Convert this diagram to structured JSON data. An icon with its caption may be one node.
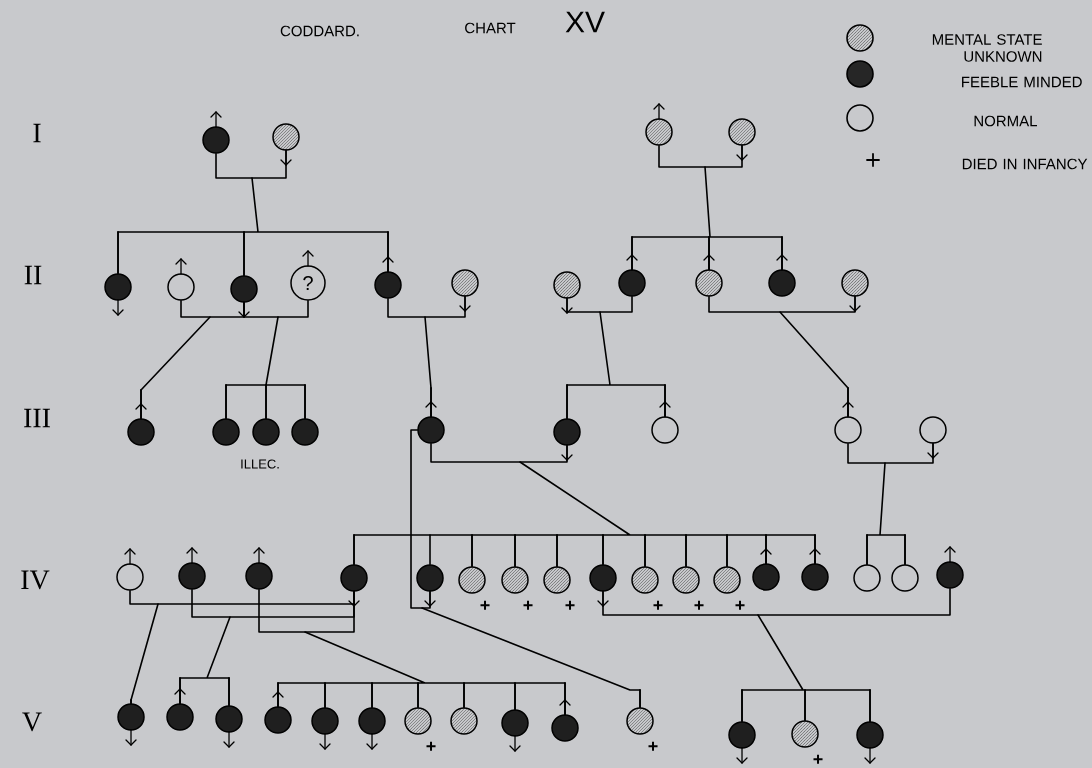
{
  "diagram": {
    "nodes": [
      {
        "text": [],
        "shape": "circle"
      },
      {
        "text": [],
        "shape": "circle"
      },
      {
        "text": [],
        "shape": "circle"
      },
      {
        "text": [],
        "shape": "circle"
      },
      {
        "text": [],
        "shape": "circle"
      },
      {
        "text": [],
        "shape": "circle"
      },
      {
        "text": [],
        "shape": "circle"
      },
      {
        "text": [
          "?"
        ]
      },
      {
        "text": [],
        "shape": "circle"
      },
      {
        "text": [],
        "shape": "circle"
      },
      {
        "text": [],
        "shape": "circle"
      },
      {
        "text": [],
        "shape": "circle"
      },
      {
        "text": [],
        "shape": "circle"
      },
      {
        "text": [],
        "shape": "circle"
      },
      {
        "text": [],
        "shape": "circle"
      },
      {
        "text": [],
        "shape": "circle"
      },
      {
        "text": [],
        "shape": "circle"
      },
      {
        "text": [],
        "shape": "circle"
      },
      {
        "text": [],
        "shape": "circle"
      },
      {
        "text": [],
        "shape": "circle"
      },
      {
        "text": [],
        "shape": "circle"
      },
      {
        "text": [],
        "shape": "circle"
      },
      {
        "text": [],
        "shape": "circle"
      },
      {
        "text": [],
        "shape": "circle"
      },
      {
        "text": [],
        "shape": "circle"
      },
      {
        "text": [],
        "shape": "circle"
      },
      {
        "text": [],
        "shape": "circle"
      },
      {
        "text": [],
        "shape": "circle"
      },
      {
        "text": [],
        "shape": "circle"
      },
      {
        "text": [],
        "shape": "circle",
        "beside": [
          "+"
        ]
      },
      {
        "text": [],
        "shape": "circle",
        "beside": [
          "+"
        ]
      },
      {
        "text": [],
        "shape": "circle",
        "beside": [
          "+"
        ]
      },
      {
        "text": [],
        "shape": "circle"
      },
      {
        "text": [],
        "shape": "circle",
        "beside": [
          "+"
        ]
      },
      {
        "text": [],
        "shape": "circle",
        "beside": [
          "+"
        ]
      },
      {
        "text": [],
        "shape": "circle",
        "beside": [
          "+"
        ]
      },
      {
        "text": [],
        "shape": "circle"
      },
      {
        "text": [],
        "shape": "circle"
      },
      {
        "text": [],
        "shape": "circle"
      },
      {
        "text": [],
        "shape": "circle"
      },
      {
        "text": [],
        "shape": "circle"
      },
      {
        "text": [],
        "shape": "circle"
      },
      {
        "text": [],
        "shape": "circle"
      },
      {
        "text": [],
        "shape": "circle"
      },
      {
        "text": [],
        "shape": "circle"
      },
      {
        "text": [],
        "shape": "circle"
      },
      {
        "text": [],
        "shape": "circle"
      },
      {
        "text": [],
        "shape": "circle",
        "beside": [
          "+"
        ]
      },
      {
        "text": [],
        "shape": "circle"
      },
      {
        "text": [],
        "shape": "circle"
      },
      {
        "text": [],
        "shape": "circle"
      },
      {
        "text": [],
        "shape": "circle",
        "beside": [
          "+"
        ]
      },
      {
        "text": [],
        "shape": "circle"
      },
      {
        "text": [],
        "shape": "circle",
        "beside": [
          "+"
        ]
      },
      {
        "text": [],
        "shape": "circle"
      }
    ],
    "edges": [
      {
        "from": 0,
        "to": 1,
        "arrow": "none"
      },
      {
        "from": 0,
        "to": 4,
        "arrow": "none"
      },
      {
        "from": 0,
        "to": 6,
        "arrow": "none"
      },
      {
        "from": 0,
        "to": 8,
        "arrow": "none"
      },
      {
        "from": 1,
        "to": 4,
        "arrow": "none"
      },
      {
        "from": 1,
        "to": 6,
        "arrow": "none"
      },
      {
        "from": 1,
        "to": 8,
        "arrow": "none"
      },
      {
        "from": 2,
        "to": 3,
        "arrow": "none"
      },
      {
        "from": 2,
        "to": 11,
        "arrow": "none"
      },
      {
        "from": 2,
        "to": 12,
        "arrow": "none"
      },
      {
        "from": 2,
        "to": 13,
        "arrow": "none"
      },
      {
        "from": 3,
        "to": 11,
        "arrow": "none"
      },
      {
        "from": 3,
        "to": 12,
        "arrow": "none"
      },
      {
        "from": 3,
        "to": 13,
        "arrow": "none"
      },
      {
        "from": 5,
        "to": 6,
        "arrow": "none"
      },
      {
        "from": 5,
        "to": 15,
        "arrow": "none"
      },
      {
        "from": 6,
        "to": 15,
        "arrow": "none"
      },
      {
        "from": 6,
        "to": 7,
        "arrow": "none"
      },
      {
        "from": 6,
        "to": 16,
        "arrow": "none"
      },
      {
        "from": 6,
        "to": 17,
        "arrow": "none"
      },
      {
        "from": 6,
        "to": 18,
        "arrow": "none"
      },
      {
        "from": 7,
        "to": 16,
        "arrow": "none"
      },
      {
        "from": 7,
        "to": 17,
        "arrow": "none"
      },
      {
        "from": 7,
        "to": 18,
        "arrow": "none"
      },
      {
        "from": 8,
        "to": 9,
        "arrow": "none"
      },
      {
        "from": 8,
        "to": 19,
        "arrow": "none"
      },
      {
        "from": 9,
        "to": 19,
        "arrow": "none"
      },
      {
        "from": 10,
        "to": 11,
        "arrow": "none"
      },
      {
        "from": 10,
        "to": 20,
        "arrow": "none"
      },
      {
        "from": 10,
        "to": 21,
        "arrow": "none"
      },
      {
        "from": 11,
        "to": 20,
        "arrow": "none"
      },
      {
        "from": 11,
        "to": 21,
        "arrow": "none"
      },
      {
        "from": 12,
        "to": 14,
        "arrow": "none"
      },
      {
        "from": 12,
        "to": 22,
        "arrow": "none"
      },
      {
        "from": 14,
        "to": 22,
        "arrow": "none"
      },
      {
        "from": 19,
        "to": 20,
        "arrow": "none"
      },
      {
        "from": 19,
        "to": 27,
        "arrow": "none"
      },
      {
        "from": 19,
        "to": 28,
        "arrow": "none"
      },
      {
        "from": 19,
        "to": 29,
        "arrow": "none"
      },
      {
        "from": 19,
        "to": 30,
        "arrow": "none"
      },
      {
        "from": 19,
        "to": 31,
        "arrow": "none"
      },
      {
        "from": 19,
        "to": 32,
        "arrow": "none"
      },
      {
        "from": 19,
        "to": 33,
        "arrow": "none"
      },
      {
        "from": 19,
        "to": 34,
        "arrow": "none"
      },
      {
        "from": 19,
        "to": 35,
        "arrow": "none"
      },
      {
        "from": 19,
        "to": 36,
        "arrow": "none"
      },
      {
        "from": 19,
        "to": 37,
        "arrow": "none"
      },
      {
        "from": 20,
        "to": 27,
        "arrow": "none"
      },
      {
        "from": 20,
        "to": 28,
        "arrow": "none"
      },
      {
        "from": 20,
        "to": 29,
        "arrow": "none"
      },
      {
        "from": 20,
        "to": 30,
        "arrow": "none"
      },
      {
        "from": 20,
        "to": 31,
        "arrow": "none"
      },
      {
        "from": 20,
        "to": 32,
        "arrow": "none"
      },
      {
        "from": 20,
        "to": 33,
        "arrow": "none"
      },
      {
        "from": 20,
        "to": 34,
        "arrow": "none"
      },
      {
        "from": 20,
        "to": 35,
        "arrow": "none"
      },
      {
        "from": 20,
        "to": 36,
        "arrow": "none"
      },
      {
        "from": 20,
        "to": 37,
        "arrow": "none"
      },
      {
        "from": 22,
        "to": 23,
        "arrow": "none"
      },
      {
        "from": 22,
        "to": 38,
        "arrow": "none"
      },
      {
        "from": 22,
        "to": 39,
        "arrow": "none"
      },
      {
        "from": 23,
        "to": 38,
        "arrow": "none"
      },
      {
        "from": 23,
        "to": 39,
        "arrow": "none"
      },
      {
        "from": 19,
        "to": 51,
        "arrow": "none"
      },
      {
        "from": 28,
        "to": 51,
        "arrow": "none"
      },
      {
        "from": 24,
        "to": 27,
        "arrow": "none"
      },
      {
        "from": 24,
        "to": 41,
        "arrow": "none"
      },
      {
        "from": 27,
        "to": 41,
        "arrow": "none"
      },
      {
        "from": 25,
        "to": 27,
        "arrow": "none"
      },
      {
        "from": 25,
        "to": 42,
        "arrow": "none"
      },
      {
        "from": 25,
        "to": 43,
        "arrow": "none"
      },
      {
        "from": 27,
        "to": 42,
        "arrow": "none"
      },
      {
        "from": 27,
        "to": 43,
        "arrow": "none"
      },
      {
        "from": 26,
        "to": 27,
        "arrow": "none"
      },
      {
        "from": 26,
        "to": 44,
        "arrow": "none"
      },
      {
        "from": 26,
        "to": 45,
        "arrow": "none"
      },
      {
        "from": 26,
        "to": 46,
        "arrow": "none"
      },
      {
        "from": 26,
        "to": 47,
        "arrow": "none"
      },
      {
        "from": 26,
        "to": 48,
        "arrow": "none"
      },
      {
        "from": 26,
        "to": 49,
        "arrow": "none"
      },
      {
        "from": 26,
        "to": 50,
        "arrow": "none"
      },
      {
        "from": 27,
        "to": 44,
        "arrow": "none"
      },
      {
        "from": 27,
        "to": 45,
        "arrow": "none"
      },
      {
        "from": 27,
        "to": 46,
        "arrow": "none"
      },
      {
        "from": 27,
        "to": 47,
        "arrow": "none"
      },
      {
        "from": 27,
        "to": 48,
        "arrow": "none"
      },
      {
        "from": 27,
        "to": 49,
        "arrow": "none"
      },
      {
        "from": 27,
        "to": 50,
        "arrow": "none"
      },
      {
        "from": 32,
        "to": 40,
        "arrow": "none"
      },
      {
        "from": 32,
        "to": 52,
        "arrow": "none"
      },
      {
        "from": 32,
        "to": 53,
        "arrow": "none"
      },
      {
        "from": 32,
        "to": 54,
        "arrow": "none"
      },
      {
        "from": 40,
        "to": 52,
        "arrow": "none"
      },
      {
        "from": 40,
        "to": 53,
        "arrow": "none"
      },
      {
        "from": 40,
        "to": 54,
        "arrow": "none"
      }
    ],
    "labels": [
      "CODDARD.",
      "CHART",
      "XV",
      "I",
      "II",
      "III",
      "IV",
      "V",
      "ILLEC."
    ],
    "legend": [
      {
        "text": "MENTAL STATE UNKNOWN"
      },
      {
        "text": "FEEBLE MINDED"
      },
      {
        "text": "NORMAL"
      },
      {
        "text": "DIED IN INFANCY"
      }
    ]
  }
}
